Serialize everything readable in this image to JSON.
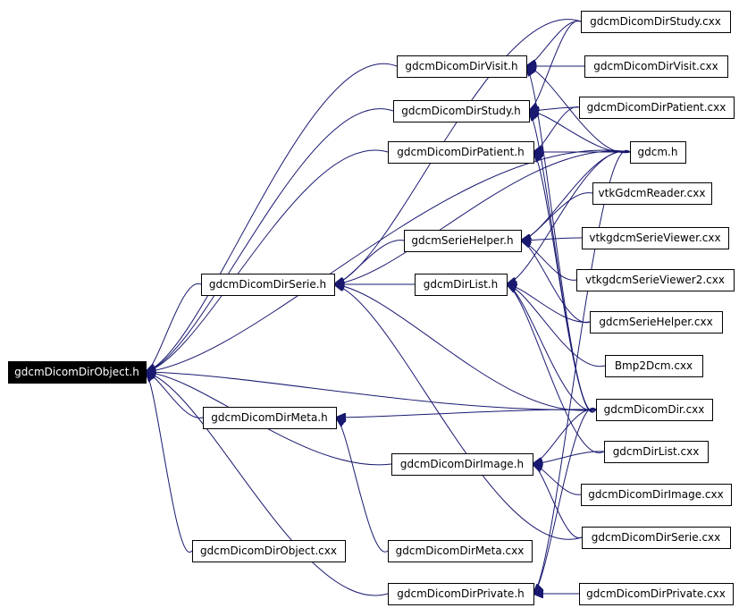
{
  "diagram": {
    "type": "include-dependency-graph",
    "colors": {
      "edge": "#191970",
      "node_border": "#000000",
      "root_fill": "#000000",
      "root_text": "#ffffff",
      "background": "#ffffff"
    },
    "root": "gdcmDicomDirObject.h",
    "nodes": [
      {
        "id": "obj_h",
        "label": "gdcmDicomDirObject.h",
        "root": true
      },
      {
        "id": "study_cxx",
        "label": "gdcmDicomDirStudy.cxx"
      },
      {
        "id": "visit_h",
        "label": "gdcmDicomDirVisit.h"
      },
      {
        "id": "visit_cxx",
        "label": "gdcmDicomDirVisit.cxx"
      },
      {
        "id": "study_h",
        "label": "gdcmDicomDirStudy.h"
      },
      {
        "id": "patient_cxx",
        "label": "gdcmDicomDirPatient.cxx"
      },
      {
        "id": "patient_h",
        "label": "gdcmDicomDirPatient.h"
      },
      {
        "id": "gdcm_h",
        "label": "gdcm.h"
      },
      {
        "id": "vtkreader",
        "label": "vtkGdcmReader.cxx"
      },
      {
        "id": "seriehelper_h",
        "label": "gdcmSerieHelper.h"
      },
      {
        "id": "vtkviewer",
        "label": "vtkgdcmSerieViewer.cxx"
      },
      {
        "id": "serie_h",
        "label": "gdcmDicomDirSerie.h"
      },
      {
        "id": "dirlist_h",
        "label": "gdcmDirList.h"
      },
      {
        "id": "vtkviewer2",
        "label": "vtkgdcmSerieViewer2.cxx"
      },
      {
        "id": "seriehelper_cxx",
        "label": "gdcmSerieHelper.cxx"
      },
      {
        "id": "bmp2dcm",
        "label": "Bmp2Dcm.cxx"
      },
      {
        "id": "dicomdir_cxx",
        "label": "gdcmDicomDir.cxx"
      },
      {
        "id": "meta_h",
        "label": "gdcmDicomDirMeta.h"
      },
      {
        "id": "dirlist_cxx",
        "label": "gdcmDirList.cxx"
      },
      {
        "id": "image_h",
        "label": "gdcmDicomDirImage.h"
      },
      {
        "id": "image_cxx",
        "label": "gdcmDicomDirImage.cxx"
      },
      {
        "id": "serie_cxx",
        "label": "gdcmDicomDirSerie.cxx"
      },
      {
        "id": "object_cxx",
        "label": "gdcmDicomDirObject.cxx"
      },
      {
        "id": "meta_cxx",
        "label": "gdcmDicomDirMeta.cxx"
      },
      {
        "id": "private_h",
        "label": "gdcmDicomDirPrivate.h"
      },
      {
        "id": "private_cxx",
        "label": "gdcmDicomDirPrivate.cxx"
      }
    ],
    "edges": [
      [
        "visit_h",
        "obj_h"
      ],
      [
        "study_h",
        "obj_h"
      ],
      [
        "patient_h",
        "obj_h"
      ],
      [
        "serie_h",
        "obj_h"
      ],
      [
        "dicomdir_cxx",
        "obj_h"
      ],
      [
        "meta_h",
        "obj_h"
      ],
      [
        "image_h",
        "obj_h"
      ],
      [
        "object_cxx",
        "obj_h"
      ],
      [
        "private_h",
        "obj_h"
      ],
      [
        "gdcm_h",
        "obj_h"
      ],
      [
        "study_cxx",
        "visit_h"
      ],
      [
        "visit_cxx",
        "visit_h"
      ],
      [
        "gdcm_h",
        "visit_h"
      ],
      [
        "dicomdir_cxx",
        "visit_h"
      ],
      [
        "study_cxx",
        "study_h"
      ],
      [
        "patient_cxx",
        "study_h"
      ],
      [
        "gdcm_h",
        "study_h"
      ],
      [
        "dicomdir_cxx",
        "study_h"
      ],
      [
        "patient_cxx",
        "patient_h"
      ],
      [
        "gdcm_h",
        "patient_h"
      ],
      [
        "dicomdir_cxx",
        "patient_h"
      ],
      [
        "study_cxx",
        "serie_h"
      ],
      [
        "seriehelper_h",
        "serie_h"
      ],
      [
        "dirlist_h",
        "serie_h"
      ],
      [
        "dicomdir_cxx",
        "serie_h"
      ],
      [
        "serie_cxx",
        "serie_h"
      ],
      [
        "gdcm_h",
        "serie_h"
      ],
      [
        "gdcm_h",
        "seriehelper_h"
      ],
      [
        "vtkreader",
        "seriehelper_h"
      ],
      [
        "vtkviewer",
        "seriehelper_h"
      ],
      [
        "vtkviewer2",
        "seriehelper_h"
      ],
      [
        "seriehelper_cxx",
        "seriehelper_h"
      ],
      [
        "seriehelper_cxx",
        "dirlist_h"
      ],
      [
        "bmp2dcm",
        "dirlist_h"
      ],
      [
        "dicomdir_cxx",
        "dirlist_h"
      ],
      [
        "dirlist_cxx",
        "dirlist_h"
      ],
      [
        "gdcm_h",
        "dirlist_h"
      ],
      [
        "dicomdir_cxx",
        "meta_h"
      ],
      [
        "meta_cxx",
        "meta_h"
      ],
      [
        "serie_cxx",
        "image_h"
      ],
      [
        "dirlist_cxx",
        "image_h"
      ],
      [
        "image_cxx",
        "image_h"
      ],
      [
        "dicomdir_cxx",
        "image_h"
      ],
      [
        "private_cxx",
        "private_h"
      ],
      [
        "dicomdir_cxx",
        "private_h"
      ],
      [
        "gdcm_h",
        "private_h"
      ]
    ]
  }
}
